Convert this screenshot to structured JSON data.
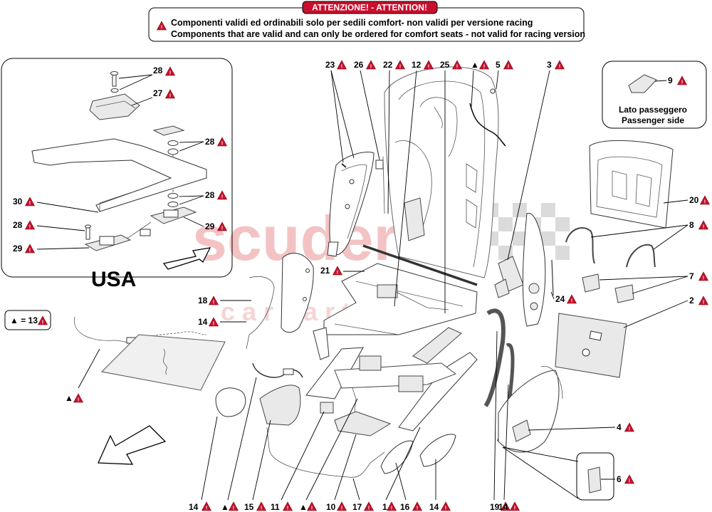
{
  "notice": {
    "banner": "ATTENZIONE! - ATTENTION!",
    "line_it": "Componenti validi ed ordinabili solo per sedili comfort- non validi per versione racing",
    "line_en": "Components that are valid and can only be ordered for comfort seats - not valid for racing version"
  },
  "inset_usa": {
    "label": "USA"
  },
  "inset_passenger": {
    "line1": "Lato passeggero",
    "line2": "Passenger side"
  },
  "legend": {
    "text": "▲ = 13"
  },
  "watermark": {
    "line1": "scuderia",
    "line2": "c a r   p a r t s"
  },
  "callouts": {
    "c28a": "28",
    "c27": "27",
    "c28b": "28",
    "c30": "30",
    "c28c": "28",
    "c28d": "28",
    "c29a": "29",
    "c29b": "29",
    "c23": "23",
    "c26": "26",
    "c22": "22",
    "c12": "12",
    "c25": "25",
    "c_tri_top": "▲",
    "c5": "5",
    "c3": "3",
    "c9": "9",
    "c20": "20",
    "c8": "8",
    "c7": "7",
    "c2": "2",
    "c21": "21",
    "c24": "24",
    "c18": "18",
    "c14a": "14",
    "c_tri_left": "▲",
    "c4": "4",
    "c6": "6",
    "b14a": "14",
    "b_tri1": "▲",
    "b15": "15",
    "b11": "11",
    "b_tri2": "▲",
    "b10": "10",
    "b17": "17",
    "b1": "1",
    "b16": "16",
    "b14b": "14",
    "b19": "19",
    "b14c": "14"
  },
  "colors": {
    "warning_red": "#c8102e",
    "watermark": "#f2b9b9"
  }
}
